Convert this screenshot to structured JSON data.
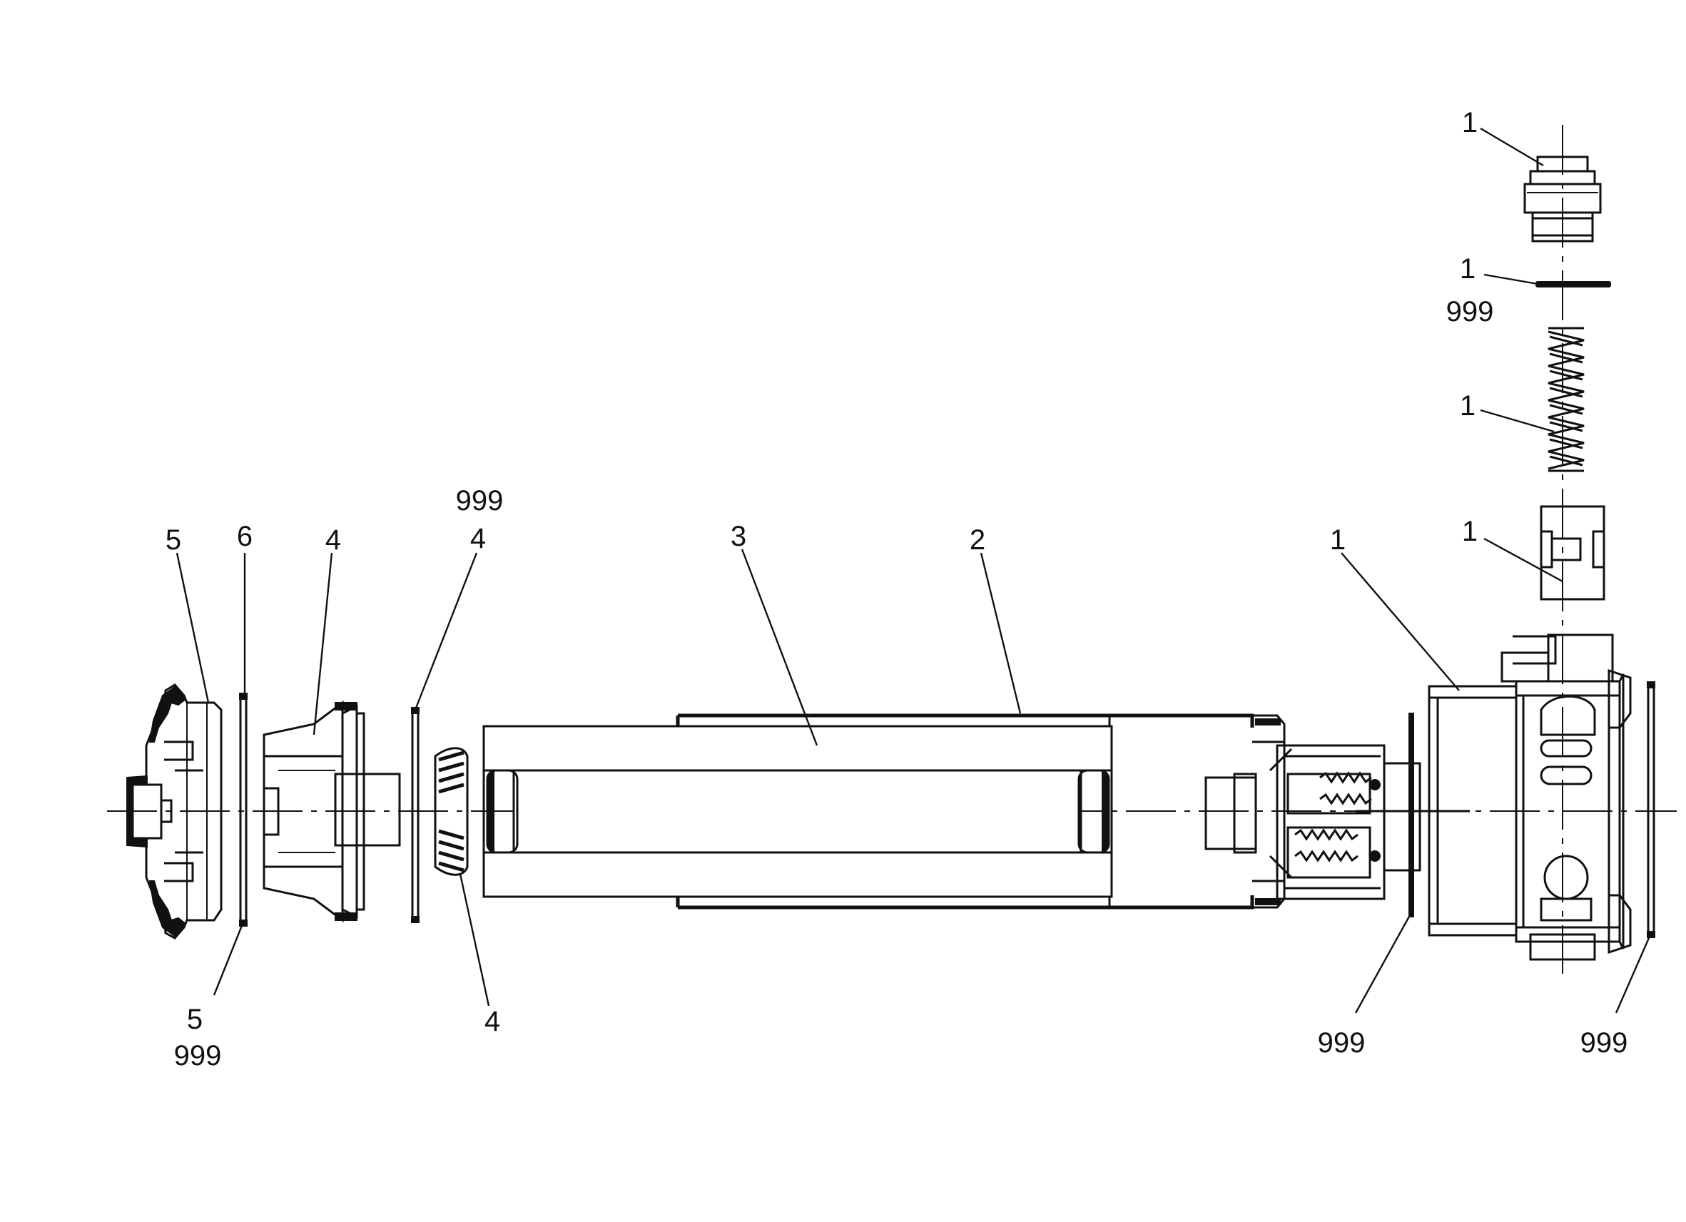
{
  "callouts": [
    {
      "id": "part-5-top",
      "text": "5"
    },
    {
      "id": "part-6",
      "text": "6"
    },
    {
      "id": "part-4-a",
      "text": "4"
    },
    {
      "id": "part-4-b",
      "text": "4"
    },
    {
      "id": "seal-999-mid",
      "text": "999"
    },
    {
      "id": "part-3",
      "text": "3"
    },
    {
      "id": "part-2",
      "text": "2"
    },
    {
      "id": "part-1-housing",
      "text": "1"
    },
    {
      "id": "part-1-plug",
      "text": "1"
    },
    {
      "id": "part-1-washer",
      "text": "1"
    },
    {
      "id": "seal-999-washer",
      "text": "999"
    },
    {
      "id": "part-1-spring",
      "text": "1"
    },
    {
      "id": "part-1-piston",
      "text": "1"
    },
    {
      "id": "part-5-bottom",
      "text": "5"
    },
    {
      "id": "seal-999-bottom-left",
      "text": "999"
    },
    {
      "id": "part-4-bottom",
      "text": "4"
    },
    {
      "id": "seal-999-bottom-mid",
      "text": "999"
    },
    {
      "id": "seal-999-bottom-right",
      "text": "999"
    }
  ]
}
